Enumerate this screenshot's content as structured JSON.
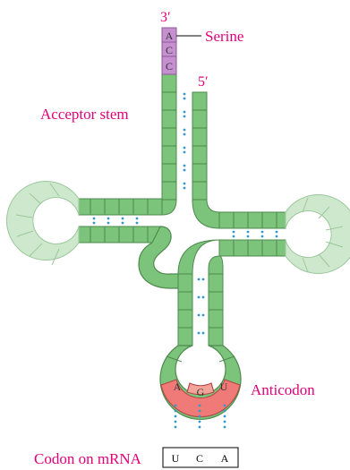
{
  "labels": {
    "three_prime": "3′",
    "five_prime": "5′",
    "serine": "Serine",
    "acceptor_stem": "Acceptor stem",
    "anticodon": "Anticodon",
    "codon_on_mrna": "Codon on mRNA"
  },
  "acceptor_bases": [
    "A",
    "C",
    "C"
  ],
  "anticodon_bases": [
    "A",
    "G",
    "U"
  ],
  "codon_bases": [
    "U",
    "C",
    "A"
  ],
  "colors": {
    "stem_green": "#7cc47c",
    "loop_green_light": "#cde8cd",
    "acceptor_purple": "#c58fd0",
    "anticodon_red": "#f07a78",
    "anticodon_mid": "#f3a49a",
    "label_magenta": "#e0007a",
    "hbond_blue": "#3399cc"
  }
}
